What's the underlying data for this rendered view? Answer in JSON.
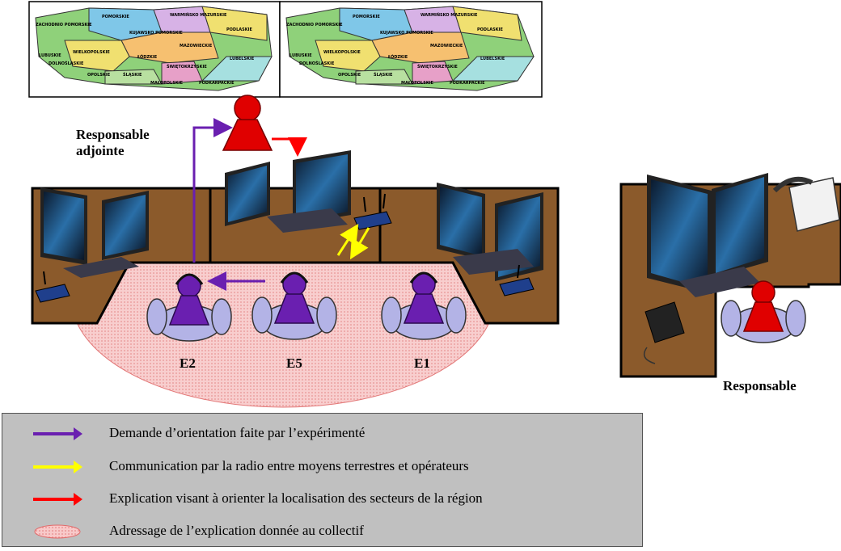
{
  "maps": {
    "regions": [
      "ZACHODNIO POMORSKIE",
      "POMORSKIE",
      "WARMIŃSKO MAZURSKIE",
      "PODLASKIE",
      "KUJAWSKO POMORSKIE",
      "WIELKOPOLSKIE",
      "MAZOWIECKIE",
      "LUBUSKIE",
      "ŁÓDZKIE",
      "LUBELSKIE",
      "DOLNOŚLĄSKIE",
      "OPOLSKIE",
      "ŚLĄSKIE",
      "ŚWIĘTOKRZYSKIE",
      "MAŁOPOLSKIE",
      "PODKARPACKIE"
    ]
  },
  "labels": {
    "deputy": [
      "Responsable",
      "adjointe"
    ],
    "responsible": "Responsable",
    "operators": [
      "E2",
      "E5",
      "E1"
    ]
  },
  "legend": {
    "items": [
      {
        "symbol": "purple-arrow",
        "color": "#6a1fb0",
        "text": "Demande d’orientation faite par l’expérimenté"
      },
      {
        "symbol": "yellow-arrow",
        "color": "#ffff00",
        "text": "Communication par la radio entre moyens terrestres et opérateurs"
      },
      {
        "symbol": "red-arrow",
        "color": "#ff0000",
        "text": "Explication visant à orienter la localisation des secteurs de la région"
      },
      {
        "symbol": "pink-ellipse",
        "color": "#f4a6a6",
        "text": "Adressage de l’explication donnée au collectif"
      }
    ]
  },
  "colors": {
    "desk": "#8b5a2b",
    "operator": "#6a1fb0",
    "supervisor": "#e00000",
    "area": "#f4b6b6"
  }
}
